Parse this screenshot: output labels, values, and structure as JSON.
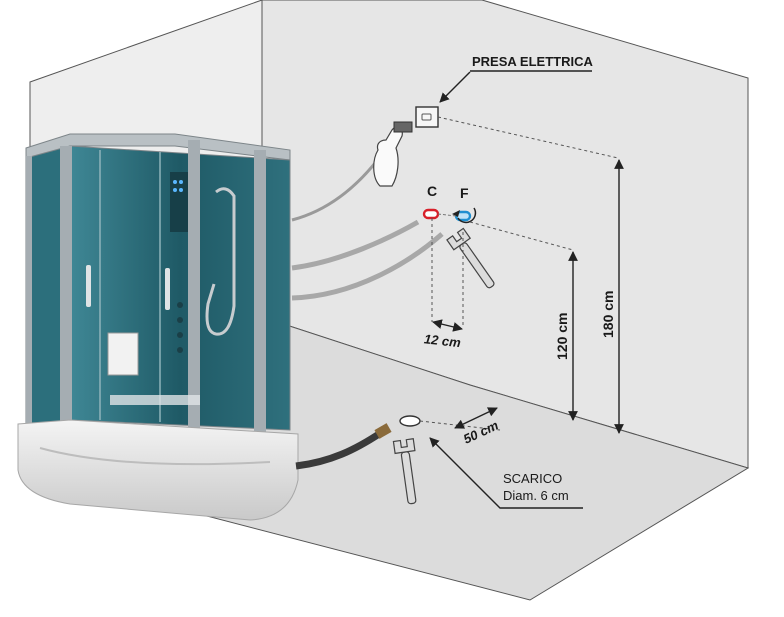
{
  "labels": {
    "power_outlet": "PRESA ELETTRICA",
    "hot": "C",
    "cold": "F",
    "tap_spacing": "12 cm",
    "tap_height": "120 cm",
    "outlet_height": "180 cm",
    "drain_distance": "50 cm",
    "drain_title": "SCARICO",
    "drain_diameter": "Diam. 6 cm"
  },
  "colors": {
    "wall": "#e6e6e6",
    "floor": "#dcdcdc",
    "line": "#333333",
    "glass": "#2f6f7d",
    "frame": "#9aa3a8",
    "hot": "#d8202a",
    "cold": "#1f8fd0"
  },
  "icons": [
    "hand-plug-icon",
    "wrench-icon",
    "shower-cabin-illustration"
  ]
}
